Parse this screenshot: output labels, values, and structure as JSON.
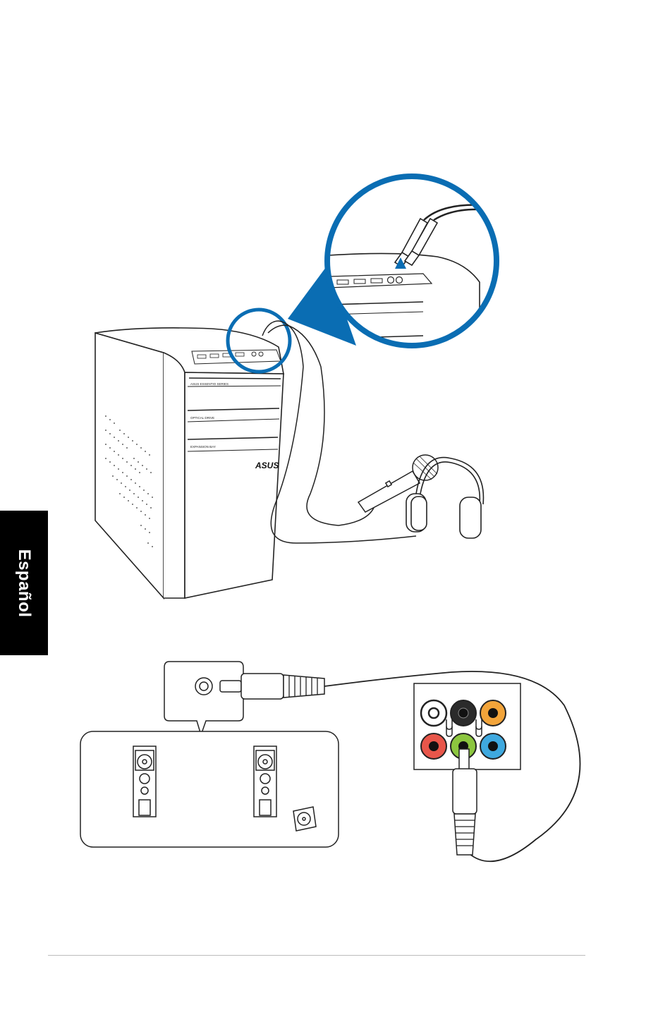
{
  "side_tab": {
    "label": "Español",
    "background": "#000000",
    "text_color": "#ffffff"
  },
  "pc_labels": {
    "series": "ASUS ESSENTIO SERIES",
    "drive": "OPTICAL DRIVE",
    "bay": "EXPANSION BAY",
    "brand": "ASUS"
  },
  "colors": {
    "callout_blue": "#0a6db3",
    "jack_white": "#ffffff",
    "jack_black": "#2b2b2b",
    "jack_orange": "#f2a43a",
    "jack_red": "#e8564a",
    "jack_green": "#8cc63f",
    "jack_blue": "#3fa9df"
  },
  "icons": [
    "pc-tower-icon",
    "microphone-icon",
    "headphones-icon",
    "speaker-icon",
    "subwoofer-icon",
    "audio-jack-icon",
    "audio-plug-icon",
    "zoom-callout-icon"
  ]
}
